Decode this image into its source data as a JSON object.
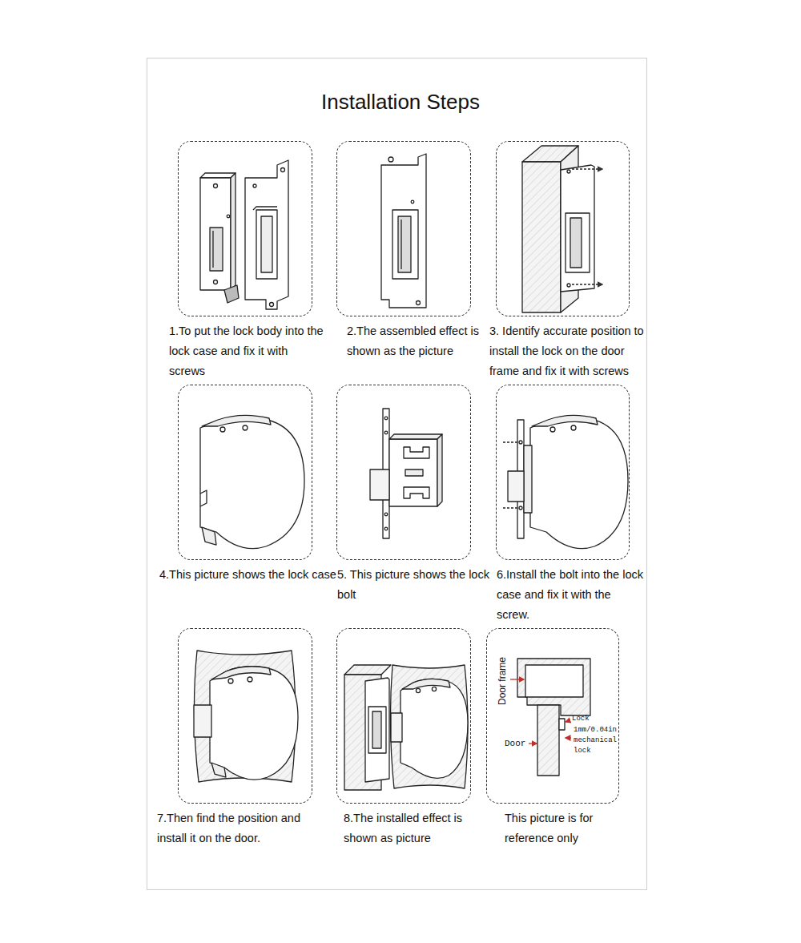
{
  "diagram": {
    "title": "Installation Steps",
    "nodes": [
      {
        "text": [
          "1.To put the lock body into the lock case and fix it with screws"
        ]
      },
      {
        "text": [
          "2.The assembled effect is shown as the picture"
        ]
      },
      {
        "text": [
          "3. Identify accurate position to install the lock on the door frame and fix it with screws"
        ]
      },
      {
        "text": [
          "4.This picture shows the lock case"
        ]
      },
      {
        "text": [
          "5. This picture shows the lock bolt"
        ]
      },
      {
        "text": [
          "6.Install the bolt into the lock case and fix it with the screw."
        ]
      },
      {
        "text": [
          "7.Then find the position and install it on the door."
        ]
      },
      {
        "text": [
          "8.The installed effect is shown as picture"
        ]
      },
      {
        "text": [
          "This picture is for reference only"
        ]
      }
    ],
    "labels": [
      "Door frame",
      "Lock",
      "1mm/0.04in mechanical lock",
      "Door"
    ]
  }
}
